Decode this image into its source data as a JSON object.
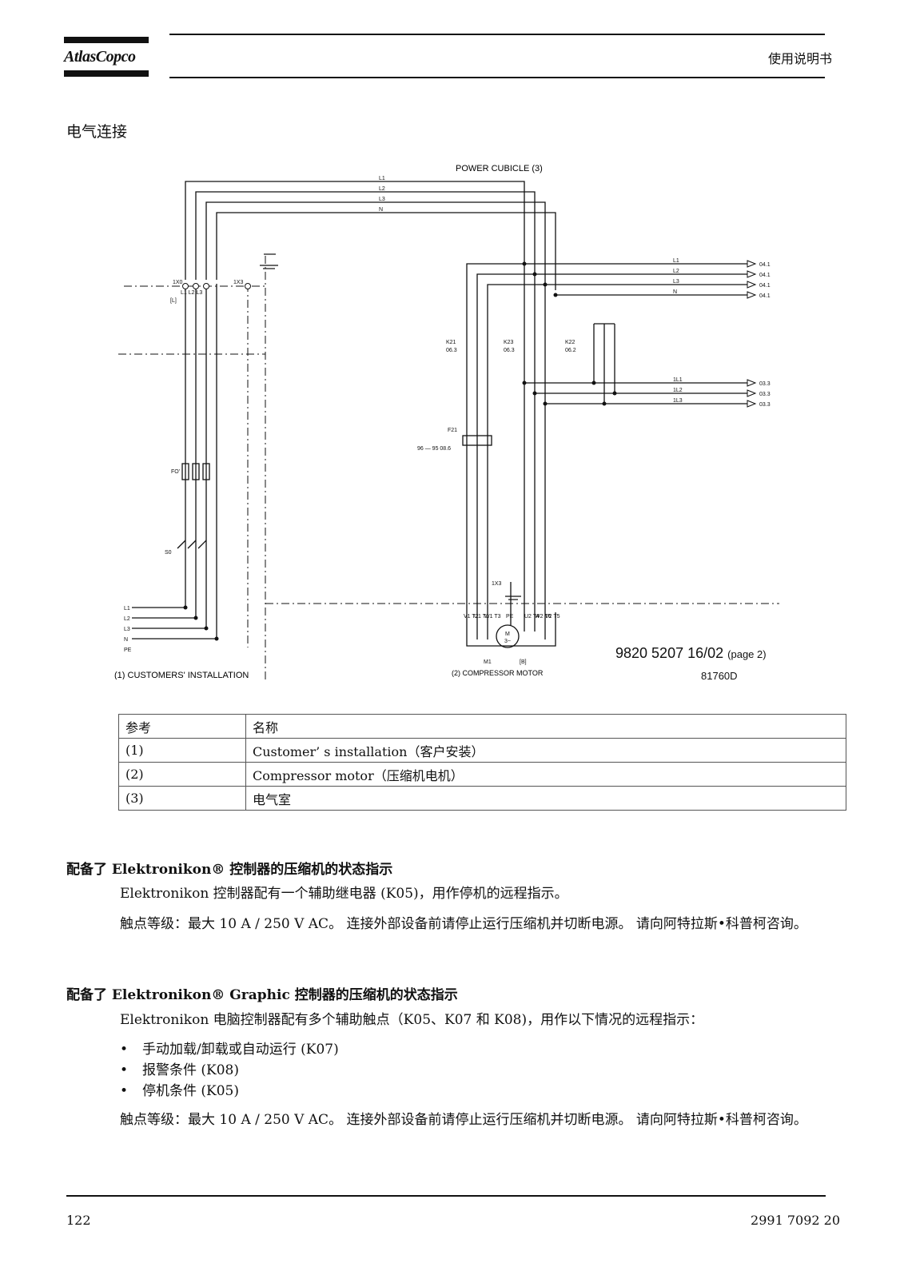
{
  "header": {
    "logo_text": "AtlasCopco",
    "doc_type": "使用说明书"
  },
  "section_title": "电气连接",
  "diagram": {
    "power_cubicle_label": "POWER CUBICLE (3)",
    "customers_installation_label": "(1)  CUSTOMERS' INSTALLATION",
    "compressor_motor_label": "(2)  COMPRESSOR MOTOR",
    "doc_number": "9820 5207 16/02",
    "page_ref": "(page 2)",
    "drawing_code": "81760D",
    "bus_labels": [
      "L1",
      "L2",
      "L3",
      "N"
    ],
    "left_supply_labels": [
      "L1",
      "L2",
      "L3",
      "N",
      "PE"
    ],
    "right_out_labels": [
      "L1",
      "L2",
      "L3",
      "N"
    ],
    "right_out_refs": [
      "04.1",
      "04.1",
      "04.1",
      "04.1"
    ],
    "mid_out_labels": [
      "1L1",
      "1L2",
      "1L3"
    ],
    "mid_out_refs": [
      "03.3",
      "03.3",
      "03.3"
    ],
    "component_labels": {
      "k21": "K21",
      "k21_ref": "06.3",
      "k23": "K23",
      "k23_ref": "06.3",
      "k22": "K22",
      "k22_ref": "06.2",
      "f21": "F21",
      "f21_ref": "96 — 95 08.6",
      "fo": "FO'",
      "s0": "S0",
      "x0": "1X0",
      "x0_sub": "L1  L2  L3",
      "x0_l": "[L]",
      "x3_top": "1X3",
      "x3_motor": "1X3",
      "m1": "M1",
      "m1_b": "[B]",
      "motor_m": "M",
      "motor_3": "3~",
      "terminals": [
        "V1 T2",
        "U1 T1",
        "W1 T3",
        "PE",
        "U2 T4",
        "W2 T6",
        "V2 T5"
      ]
    }
  },
  "ref_table": {
    "headers": [
      "参考",
      "名称"
    ],
    "rows": [
      [
        "(1)",
        "Customer’ s installation（客户安装）"
      ],
      [
        "(2)",
        "Compressor motor（压缩机电机）"
      ],
      [
        "(3)",
        "电气室"
      ]
    ]
  },
  "section1": {
    "title": "配备了 Elektronikon® 控制器的压缩机的状态指示",
    "p1": "Elektronikon 控制器配有一个辅助继电器 (K05)，用作停机的远程指示。",
    "p2": "触点等级：最大 10 A / 250 V AC。 连接外部设备前请停止运行压缩机并切断电源。 请向阿特拉斯•科普柯咨询。"
  },
  "section2": {
    "title": "配备了 Elektronikon® Graphic 控制器的压缩机的状态指示",
    "p1": "Elektronikon 电脑控制器配有多个辅助触点（K05、K07 和 K08)，用作以下情况的远程指示：",
    "bullets": [
      "手动加载/卸载或自动运行 (K07)",
      "报警条件 (K08)",
      "停机条件 (K05)"
    ],
    "p2": "触点等级：最大 10 A / 250 V AC。 连接外部设备前请停止运行压缩机并切断电源。 请向阿特拉斯•科普柯咨询。"
  },
  "footer": {
    "page_number": "122",
    "doc_code": "2991 7092 20"
  }
}
